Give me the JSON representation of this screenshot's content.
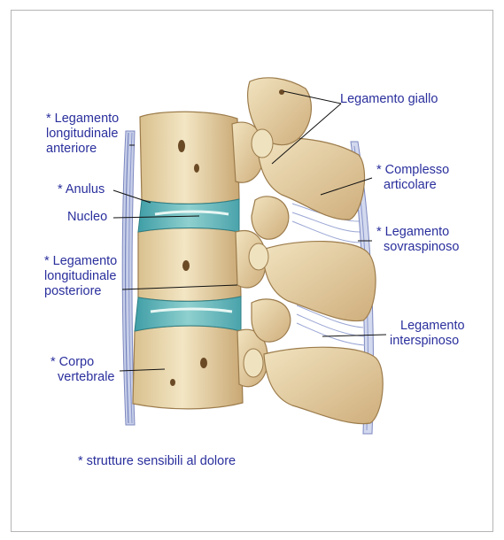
{
  "labels": {
    "legamento_giallo": "Legamento giallo",
    "long_anteriore": [
      "* Legamento",
      "longitudinale",
      "anteriore"
    ],
    "complesso": [
      "* Complesso",
      "articolare"
    ],
    "anulus": "* Anulus",
    "nucleo": "Nucleo",
    "sovraspinoso": [
      "* Legamento",
      "sovraspinoso"
    ],
    "long_posteriore": [
      "* Legamento",
      "longitudinale",
      "posteriore"
    ],
    "interspinoso": [
      "Legamento",
      "interspinoso"
    ],
    "corpo": [
      "* Corpo",
      "vertebrale"
    ]
  },
  "footnote": "* strutture sensibili al dolore",
  "colors": {
    "label_text": "#2a2f9c",
    "bone": "#ecdcb4",
    "bone_shadow": "#c9a874",
    "disc": "#5fb4b8",
    "ligament": "#a8b4d8",
    "leader_line": "#111111",
    "frame_border": "#b5b5b5"
  }
}
